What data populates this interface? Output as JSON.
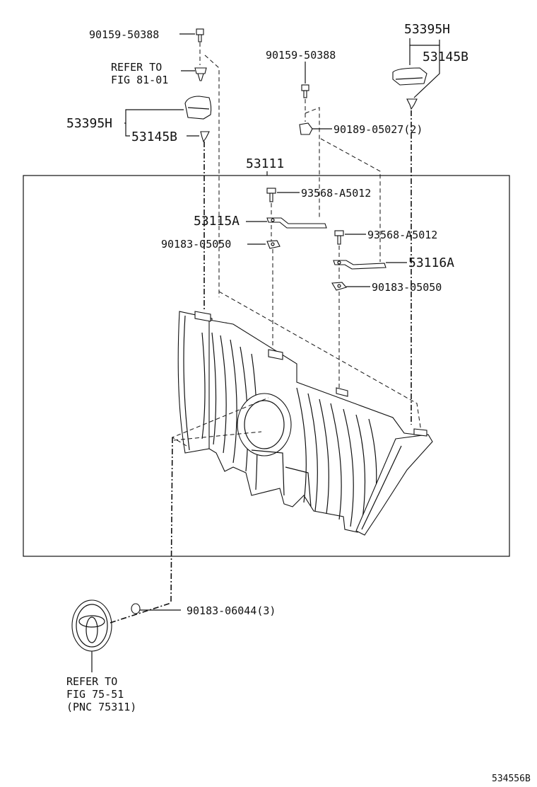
{
  "labels": {
    "bolt_top_left": "90159-50388",
    "refer_top_line1": "REFER TO",
    "refer_top_line2": "FIG 81-01",
    "cap_left": "53395H",
    "clip_left": "53145B",
    "bolt_top_mid": "90159-50388",
    "nut_mid": "90189-05027(2)",
    "cap_right": "53395H",
    "clip_right": "53145B",
    "grille_assy": "53111",
    "screw_upper": "93568-A5012",
    "bracket_left": "53115A",
    "nut_left": "90183-05050",
    "screw_lower": "93568-A5012",
    "bracket_right": "53116A",
    "nut_right": "90183-05050",
    "emblem_nut": "90183-06044(3)",
    "refer_bottom_line1": "REFER TO",
    "refer_bottom_line2": "FIG 75-51",
    "refer_bottom_line3": "(PNC 75311)",
    "figure_id": "534556B"
  },
  "icons": [
    "bolt-icon",
    "clip-icon",
    "cap-icon",
    "nut-icon",
    "bracket-icon",
    "grille-icon",
    "emblem-icon",
    "washer-icon"
  ]
}
